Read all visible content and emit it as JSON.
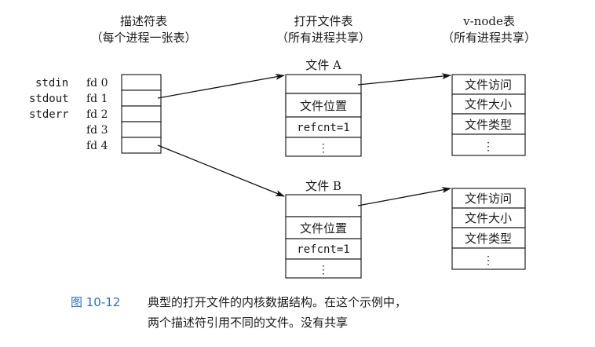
{
  "headers": {
    "descriptor_table": {
      "title": "描述符表",
      "subtitle": "（每个进程一张表）"
    },
    "open_file_table": {
      "title": "打开文件表",
      "subtitle": "（所有进程共享）"
    },
    "vnode_table": {
      "title": "v-node表",
      "subtitle": "（所有进程共享）"
    }
  },
  "descriptor_rows": [
    {
      "stream": "stdin",
      "fd": "fd 0"
    },
    {
      "stream": "stdout",
      "fd": "fd 1"
    },
    {
      "stream": "stderr",
      "fd": "fd 2"
    },
    {
      "stream": "",
      "fd": "fd 3"
    },
    {
      "stream": "",
      "fd": "fd 4"
    }
  ],
  "open_files": [
    {
      "label": "文件 A",
      "position": "文件位置",
      "refcnt": "refcnt=1",
      "ellipsis": "⋮"
    },
    {
      "label": "文件 B",
      "position": "文件位置",
      "refcnt": "refcnt=1",
      "ellipsis": "⋮"
    }
  ],
  "vnodes": [
    {
      "access": "文件访问",
      "size": "文件大小",
      "type": "文件类型",
      "ellipsis": "⋮"
    },
    {
      "access": "文件访问",
      "size": "文件大小",
      "type": "文件类型",
      "ellipsis": "⋮"
    }
  ],
  "caption": {
    "number": "图 10-12",
    "line1": "典型的打开文件的内核数据结构。在这个示例中，",
    "line2": "两个描述符引用不同的文件。没有共享"
  }
}
